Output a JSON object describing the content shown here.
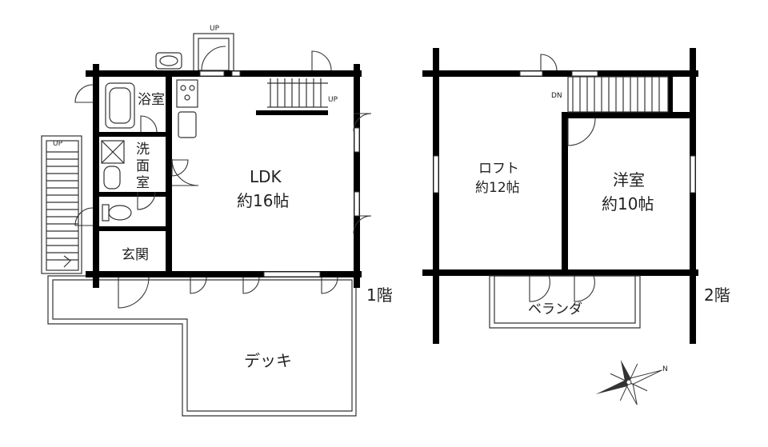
{
  "floor1": {
    "label": "1階",
    "rooms": {
      "ldk_name": "LDK",
      "ldk_area": "約16帖",
      "bath": "浴室",
      "washroom": "洗面室",
      "entrance": "玄関",
      "deck": "デッキ"
    },
    "stair_up_left": "UP",
    "stair_up_ldk": "UP",
    "stair_up_top": "UP"
  },
  "floor2": {
    "label": "2階",
    "rooms": {
      "loft_name": "ロフト",
      "loft_area": "約12帖",
      "western_name": "洋室",
      "western_area": "約10帖",
      "veranda": "ベランダ"
    },
    "stair_dn": "DN"
  },
  "compass": {
    "north_label": "N",
    "icon": "compass-rose-icon"
  }
}
